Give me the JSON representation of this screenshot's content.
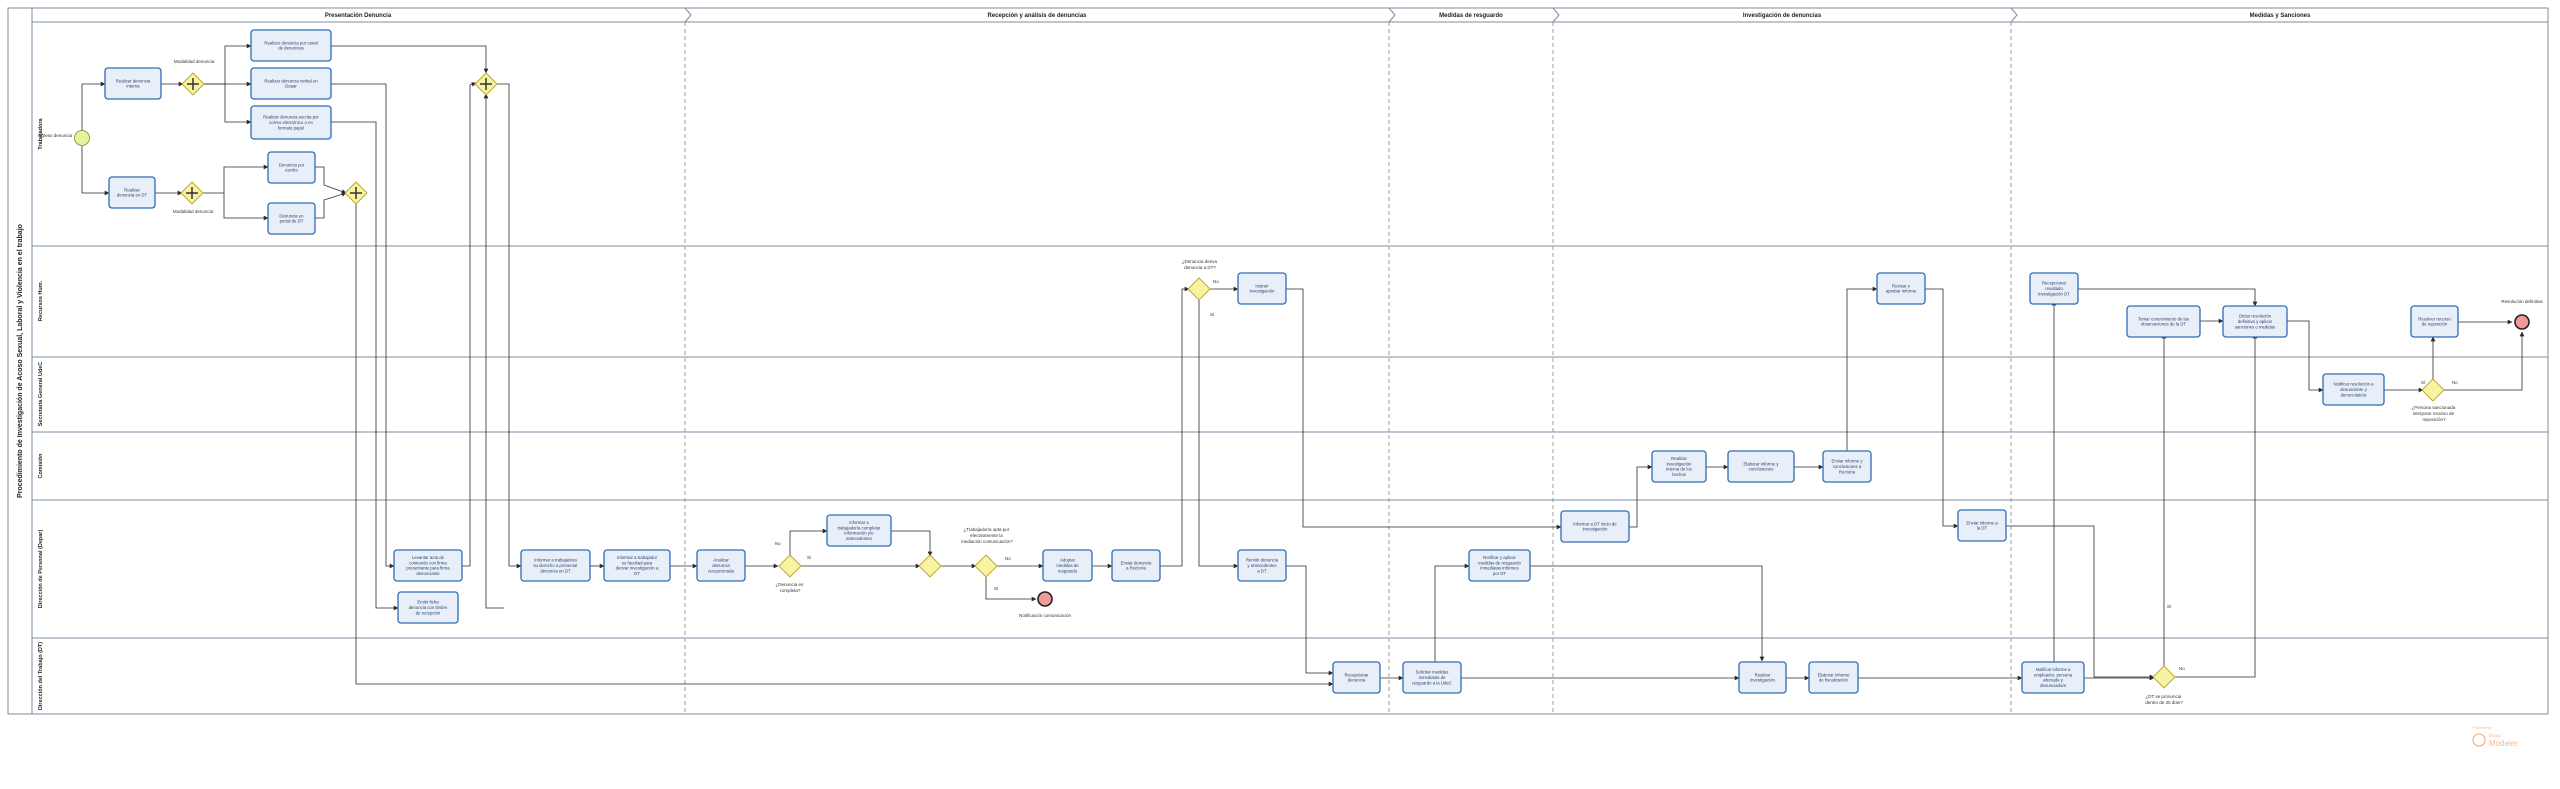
{
  "pool": {
    "title": "Procedimiento de Investigación de Acoso Sexual, Laboral y Violencia en el trabajo",
    "phases": [
      "Presentación Denuncia",
      "Recepción y análisis de denuncias",
      "Medidas de resguardo",
      "Investigación de denuncias",
      "Medidas y Sanciones"
    ],
    "lanes": [
      "Trabajadora",
      "Recursos Hum.",
      "Secretaría General UdeC",
      "Comisión",
      "Dirección de Personal (Depar)",
      "Dirección del Trabajo (DT)"
    ]
  },
  "events": {
    "start": "Ingreso denuncia",
    "end_notification": "Notificación comunicación",
    "end_final": "Resolución definitiva"
  },
  "tasks": [
    {
      "id": "t1",
      "lines": [
        "Realizar denuncia",
        "interna"
      ]
    },
    {
      "id": "t2",
      "lines": [
        "Realizar denuncia por canal",
        "de denuncias"
      ]
    },
    {
      "id": "t3",
      "lines": [
        "Realizar denuncia verbal  en",
        "Depar"
      ]
    },
    {
      "id": "t4",
      "lines": [
        "Realizar denuncia escrita por",
        "correo electrónico o en",
        "formato papel"
      ]
    },
    {
      "id": "t5",
      "lines": [
        "Realizar",
        "denuncia en DT"
      ]
    },
    {
      "id": "t6",
      "lines": [
        "Denuncia por",
        "escrito"
      ]
    },
    {
      "id": "t7",
      "lines": [
        "Denuncia en",
        "portal de DT"
      ]
    },
    {
      "id": "t8",
      "lines": [
        "Levantar acta de",
        "contenido con firma",
        "presentante para firma",
        "denunciante"
      ]
    },
    {
      "id": "t9",
      "lines": [
        "Emitir ficha",
        "denuncia con timbre",
        "de recepción"
      ]
    },
    {
      "id": "t10",
      "lines": [
        "Informar a trabajadora",
        "su derecho a presentar",
        "denuncia en DT"
      ]
    },
    {
      "id": "t11",
      "lines": [
        "Informar a trabajador",
        "su facultad para",
        "derivar investigación a",
        "DT"
      ]
    },
    {
      "id": "t12",
      "lines": [
        "Analizar",
        "denuncia",
        "recepcionada"
      ]
    },
    {
      "id": "t13",
      "lines": [
        "Informar a",
        "trabajador/a completar",
        "información y/o",
        "antecedentes"
      ]
    },
    {
      "id": "t14",
      "lines": [
        "Adoptar",
        "medidas de",
        "resguardo"
      ]
    },
    {
      "id": "t15",
      "lines": [
        "Enviar denuncia",
        "a Rectoría"
      ]
    },
    {
      "id": "t16",
      "lines": [
        "Instruir",
        "investigación"
      ]
    },
    {
      "id": "t17",
      "lines": [
        "Remitir denuncia",
        "y antecedentes",
        "a DT"
      ]
    },
    {
      "id": "t18",
      "lines": [
        "Recepcionar",
        "denuncia"
      ]
    },
    {
      "id": "t19",
      "lines": [
        "Solicitar medidas",
        "inmediatas de",
        "resguardo a la UdeC"
      ]
    },
    {
      "id": "t20",
      "lines": [
        "Notificar y aplicar",
        "medidas de resguardo",
        "inmediatas informes",
        "por DT"
      ]
    },
    {
      "id": "t21",
      "lines": [
        "Informar a DT inicio de",
        "investigación"
      ]
    },
    {
      "id": "t22",
      "lines": [
        "Realizar",
        "investigación",
        "interna de los",
        "hechos"
      ]
    },
    {
      "id": "t23",
      "lines": [
        "Elaborar informe y",
        "conclusiones"
      ]
    },
    {
      "id": "t24",
      "lines": [
        "Enviar informe y",
        "conclusiones a",
        "Rectoría"
      ]
    },
    {
      "id": "t25",
      "lines": [
        "Revisar y",
        "aprobar informe"
      ]
    },
    {
      "id": "t26",
      "lines": [
        "Enviar informe a",
        "la DT"
      ]
    },
    {
      "id": "t27",
      "lines": [
        "Realizar",
        "investigación"
      ]
    },
    {
      "id": "t28",
      "lines": [
        "Elaborar informe",
        "de fiscalización"
      ]
    },
    {
      "id": "t29",
      "lines": [
        "Recepcionar",
        "resultado",
        "investigación DT"
      ]
    },
    {
      "id": "t30",
      "lines": [
        "Tomar conocimiento de las",
        "observaciones de la DT"
      ]
    },
    {
      "id": "t31",
      "lines": [
        "Dictar resolución",
        "definitiva y aplicar",
        "sanciones o medidas"
      ]
    },
    {
      "id": "t32",
      "lines": [
        "Notificar informe a",
        "empleador, persona",
        "afectada y",
        "denunciado/a"
      ]
    },
    {
      "id": "t33",
      "lines": [
        "Notificar resolución a",
        "denunciante y",
        "denunciado/a"
      ]
    },
    {
      "id": "t34",
      "lines": [
        "Resolver recurso",
        "de reposición"
      ]
    }
  ],
  "gateway_labels": {
    "g1": "Modalidad denuncia",
    "g2": "Modalidad denuncia",
    "g6": [
      "¿Denuncia es",
      "completa?"
    ],
    "g7": [
      "¿Trabajador/a opta por",
      "efectivamente la",
      "mediación comunicación?"
    ],
    "g8": [
      "¿Denuncia deriva",
      "denuncia a DT?"
    ],
    "g9": [
      "¿Persona sancionada",
      "interpone recurso de",
      "reposición?"
    ],
    "g10": [
      "¿DT se pronuncia",
      "dentro de 30 días?"
    ]
  },
  "flow_labels": {
    "yes": "Sí",
    "no": "No"
  },
  "watermark": {
    "line1": "Powered by",
    "line2": "bizagi",
    "line3": "Modeler"
  },
  "colors": {
    "task_fill": "#e8eff9",
    "task_border": "#2f6db5",
    "gateway_fill": "#f8f3a2",
    "gateway_border": "#b9a525",
    "start_fill": "#e3f59b",
    "end_fill": "#f29a9a",
    "line": "#2b2b2b",
    "lane_border": "#7c8ea3",
    "watermark": "#f6b88b"
  }
}
